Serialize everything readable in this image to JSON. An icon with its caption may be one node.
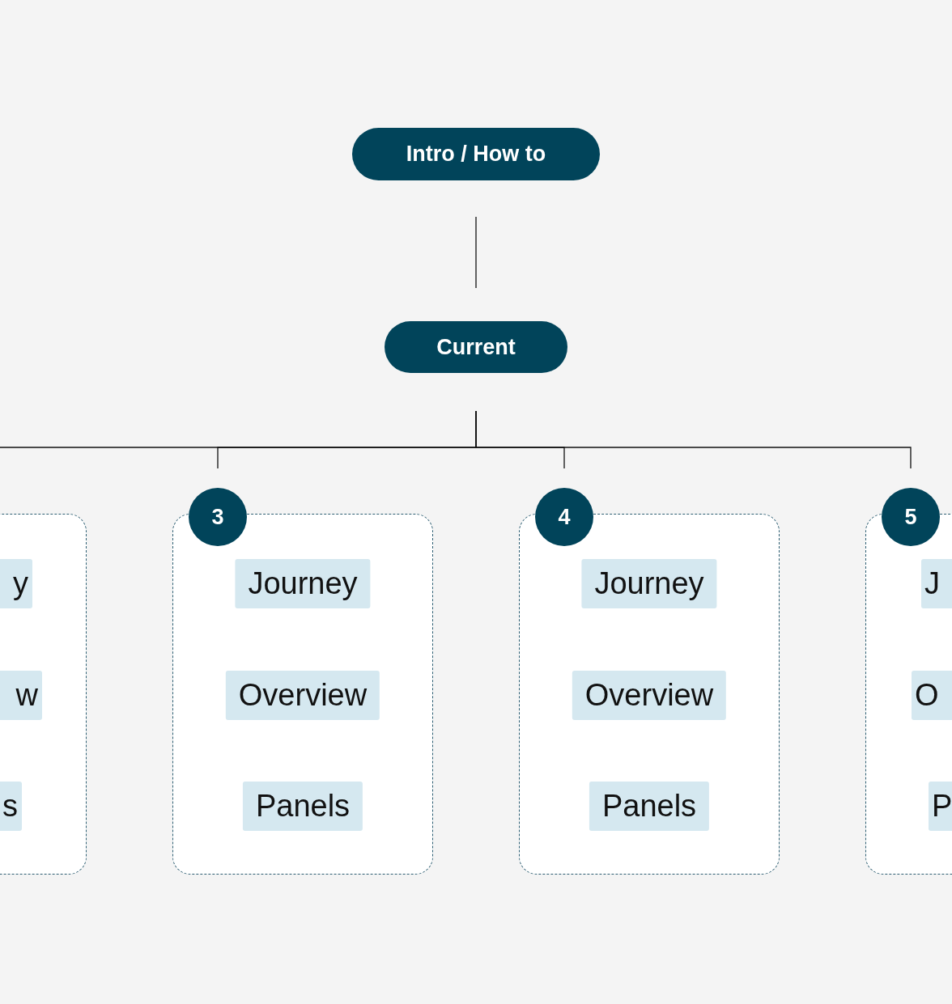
{
  "diagram": {
    "nodes": [
      {
        "text": [
          "Intro / How to"
        ]
      },
      {
        "text": [
          "Current"
        ]
      },
      {
        "text": [],
        "shape": "box"
      },
      {
        "text": [
          "y"
        ],
        "in": 2
      },
      {
        "text": [
          "w"
        ],
        "in": 2
      },
      {
        "text": [
          "s"
        ],
        "in": 2
      },
      {
        "text": [
          "3"
        ]
      },
      {
        "text": [],
        "shape": "box"
      },
      {
        "text": [
          "Journey"
        ],
        "in": 7
      },
      {
        "text": [
          "Overview"
        ],
        "in": 7
      },
      {
        "text": [
          "Panels"
        ],
        "in": 7
      },
      {
        "text": [
          "4"
        ]
      },
      {
        "text": [],
        "shape": "box"
      },
      {
        "text": [
          "Journey"
        ],
        "in": 12
      },
      {
        "text": [
          "Overview"
        ],
        "in": 12
      },
      {
        "text": [
          "Panels"
        ],
        "in": 12
      },
      {
        "text": [
          "5"
        ]
      },
      {
        "text": [],
        "shape": "box"
      },
      {
        "text": [
          "J"
        ],
        "in": 17
      },
      {
        "text": [
          "O"
        ],
        "in": 17
      },
      {
        "text": [
          "P"
        ],
        "in": 17
      }
    ],
    "edges": [
      {
        "from": 0,
        "to": 1,
        "arrow": "none"
      },
      {
        "from": 1,
        "to": 2,
        "arrow": "none"
      },
      {
        "from": 1,
        "to": 6,
        "arrow": "none"
      },
      {
        "from": 1,
        "to": 11,
        "arrow": "none"
      },
      {
        "from": 1,
        "to": 16,
        "arrow": "none"
      }
    ]
  }
}
